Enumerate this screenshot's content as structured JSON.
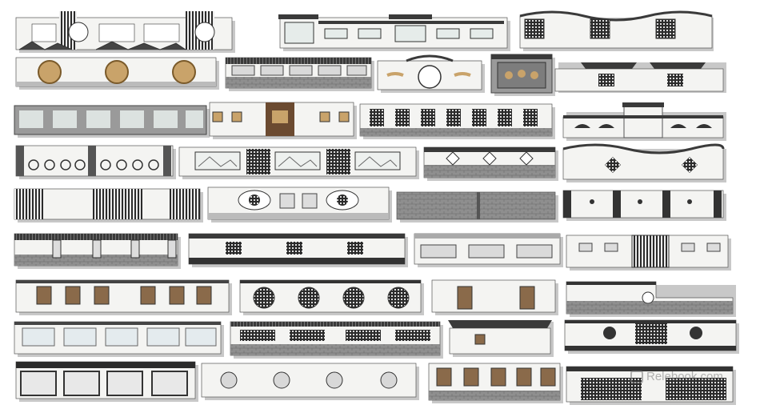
{
  "watermark": {
    "text": "Relebook.com",
    "color": "#8a8a8a"
  },
  "sheet": {
    "background": "#ffffff",
    "wall_colors": {
      "plaster": "#f4f4f2",
      "tile": "#3a3a3a",
      "stone": "#9a9a9a",
      "lattice": "#2b2b2b",
      "shadow": "#c8c8c8",
      "wood": "#8a6a4a"
    }
  },
  "walls": [
    {
      "id": "w1",
      "motif": "placard-panels"
    },
    {
      "id": "w2",
      "motif": "tiled-top-paintings"
    },
    {
      "id": "w3",
      "motif": "wavy-top-windows"
    },
    {
      "id": "w4",
      "motif": "round-moon-windows"
    },
    {
      "id": "w5",
      "motif": "stone-base-panels"
    },
    {
      "id": "w6",
      "motif": "moon-gate"
    },
    {
      "id": "w7",
      "motif": "carved-relief-panel"
    },
    {
      "id": "w8",
      "motif": "eaves-square-windows"
    },
    {
      "id": "w9",
      "motif": "framed-landscape-panels"
    },
    {
      "id": "w10",
      "motif": "square-pillar-relief"
    },
    {
      "id": "w11",
      "motif": "lattice-windows"
    },
    {
      "id": "w12",
      "motif": "fan-windows"
    },
    {
      "id": "w13",
      "motif": "carved-balustrade"
    },
    {
      "id": "w14",
      "motif": "landscape-screens"
    },
    {
      "id": "w15",
      "motif": "diamond-windows"
    },
    {
      "id": "w16",
      "motif": "wavy-lattice"
    },
    {
      "id": "w17",
      "motif": "slat-screens"
    },
    {
      "id": "w18",
      "motif": "round-carvings"
    },
    {
      "id": "w19",
      "motif": "brick-wall"
    },
    {
      "id": "w20",
      "motif": "pillar-segments"
    },
    {
      "id": "w21",
      "motif": "stone-lanterns"
    },
    {
      "id": "w22",
      "motif": "three-lattice-tiled"
    },
    {
      "id": "w23",
      "motif": "stone-panels"
    },
    {
      "id": "w24",
      "motif": "gate-with-pillars"
    },
    {
      "id": "w25",
      "motif": "wood-panels"
    },
    {
      "id": "w26",
      "motif": "round-lattice"
    },
    {
      "id": "w27",
      "motif": "two-doors"
    },
    {
      "id": "w28",
      "motif": "stepped-wall"
    },
    {
      "id": "w29",
      "motif": "blue-landscape-tiles"
    },
    {
      "id": "w30",
      "motif": "tiled-lattice-brick"
    },
    {
      "id": "w31",
      "motif": "pavilion-small"
    },
    {
      "id": "w32",
      "motif": "round-medallions-dark"
    },
    {
      "id": "w33",
      "motif": "dark-frames"
    },
    {
      "id": "w34",
      "motif": "medallion-squares"
    },
    {
      "id": "w35",
      "motif": "column-panels"
    },
    {
      "id": "w36",
      "motif": "dark-lattice-gate"
    }
  ]
}
